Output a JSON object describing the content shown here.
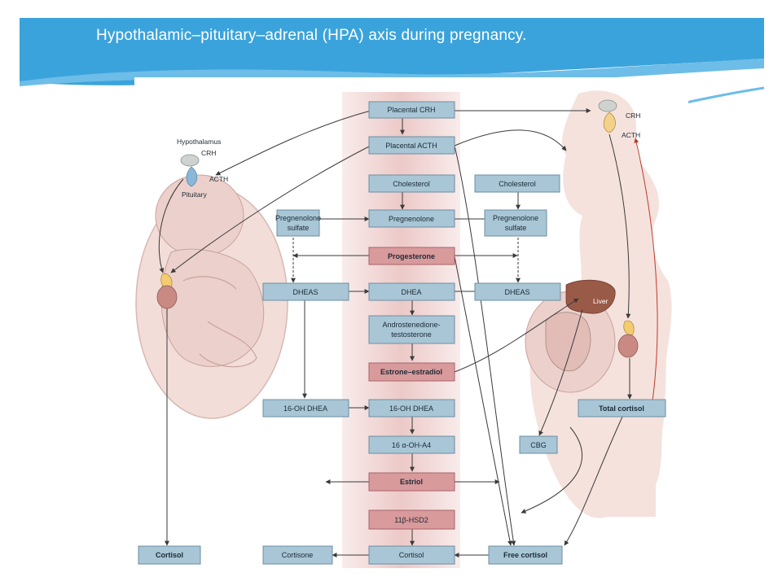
{
  "slide": {
    "title": "Hypothalamic–pituitary–adrenal (HPA) axis during pregnancy."
  },
  "colors": {
    "banner": "#3ba3dc",
    "placenta_band": "#f0d6d4",
    "blue_box": "#a8c6d6",
    "pink_box": "#d99a9c",
    "skin": "#f2dcd8",
    "adrenal": "#f2cc70",
    "arrow": "#3a3a3a",
    "red_arrow": "#c0392b"
  },
  "figure": {
    "fetus_labels": {
      "hypothalamus": "Hypothalamus",
      "crh": "CRH",
      "acth": "ACTH",
      "pituitary": "Pituitary"
    },
    "mother_labels": {
      "crh": "CRH",
      "acth": "ACTH",
      "liver": "Liver"
    },
    "boxes": {
      "placental_crh": "Placental CRH",
      "placental_acth": "Placental ACTH",
      "cholesterol_center": "Cholesterol",
      "cholesterol_right": "Cholesterol",
      "pregnenolone_sulfate_left": [
        "Pregnenolone",
        "sulfate"
      ],
      "pregnenolone": "Pregnenolone",
      "pregnenolone_sulfate_right": [
        "Pregnenolone",
        "sulfate"
      ],
      "progesterone": "Progesterone",
      "dheas_left": "DHEAS",
      "dhea": "DHEA",
      "dheas_right": "DHEAS",
      "androstenedione": [
        "Androstenedione-",
        "testosterone"
      ],
      "estrone_estradiol": "Estrone–estradiol",
      "oh_dhea_left": "16-OH DHEA",
      "oh_dhea_center": "16-OH DHEA",
      "total_cortisol": "Total cortisol",
      "oh_a4": "16 α-OH-A4",
      "cbg": "CBG",
      "estriol": "Estriol",
      "hsd2": "11β-HSD2",
      "cortisol_left": "Cortisol",
      "cortisone": "Cortisone",
      "cortisol_center": "Cortisol",
      "free_cortisol": "Free cortisol"
    }
  }
}
